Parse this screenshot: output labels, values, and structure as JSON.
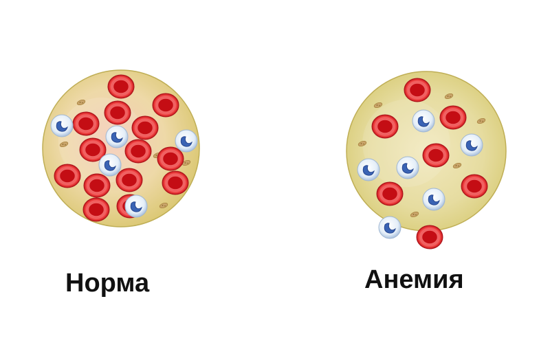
{
  "labels": {
    "normal": "Норма",
    "anemia": "Анемия"
  },
  "colors": {
    "background": "#ffffff",
    "plasma": "#e7d99a",
    "plasma_edge": "#bfae55",
    "red_cell_ring": "#e63030",
    "red_cell_core": "#c40d14",
    "white_cell": "#dce9f6",
    "white_cell_nucleus": "#3a63b4",
    "platelet": "#c9a46a"
  },
  "panels": [
    {
      "id": "normal",
      "red_cells": 14,
      "white_cells": 5,
      "platelets": 5
    },
    {
      "id": "anemia",
      "red_cells": 7,
      "white_cells": 6,
      "platelets": 6
    }
  ]
}
